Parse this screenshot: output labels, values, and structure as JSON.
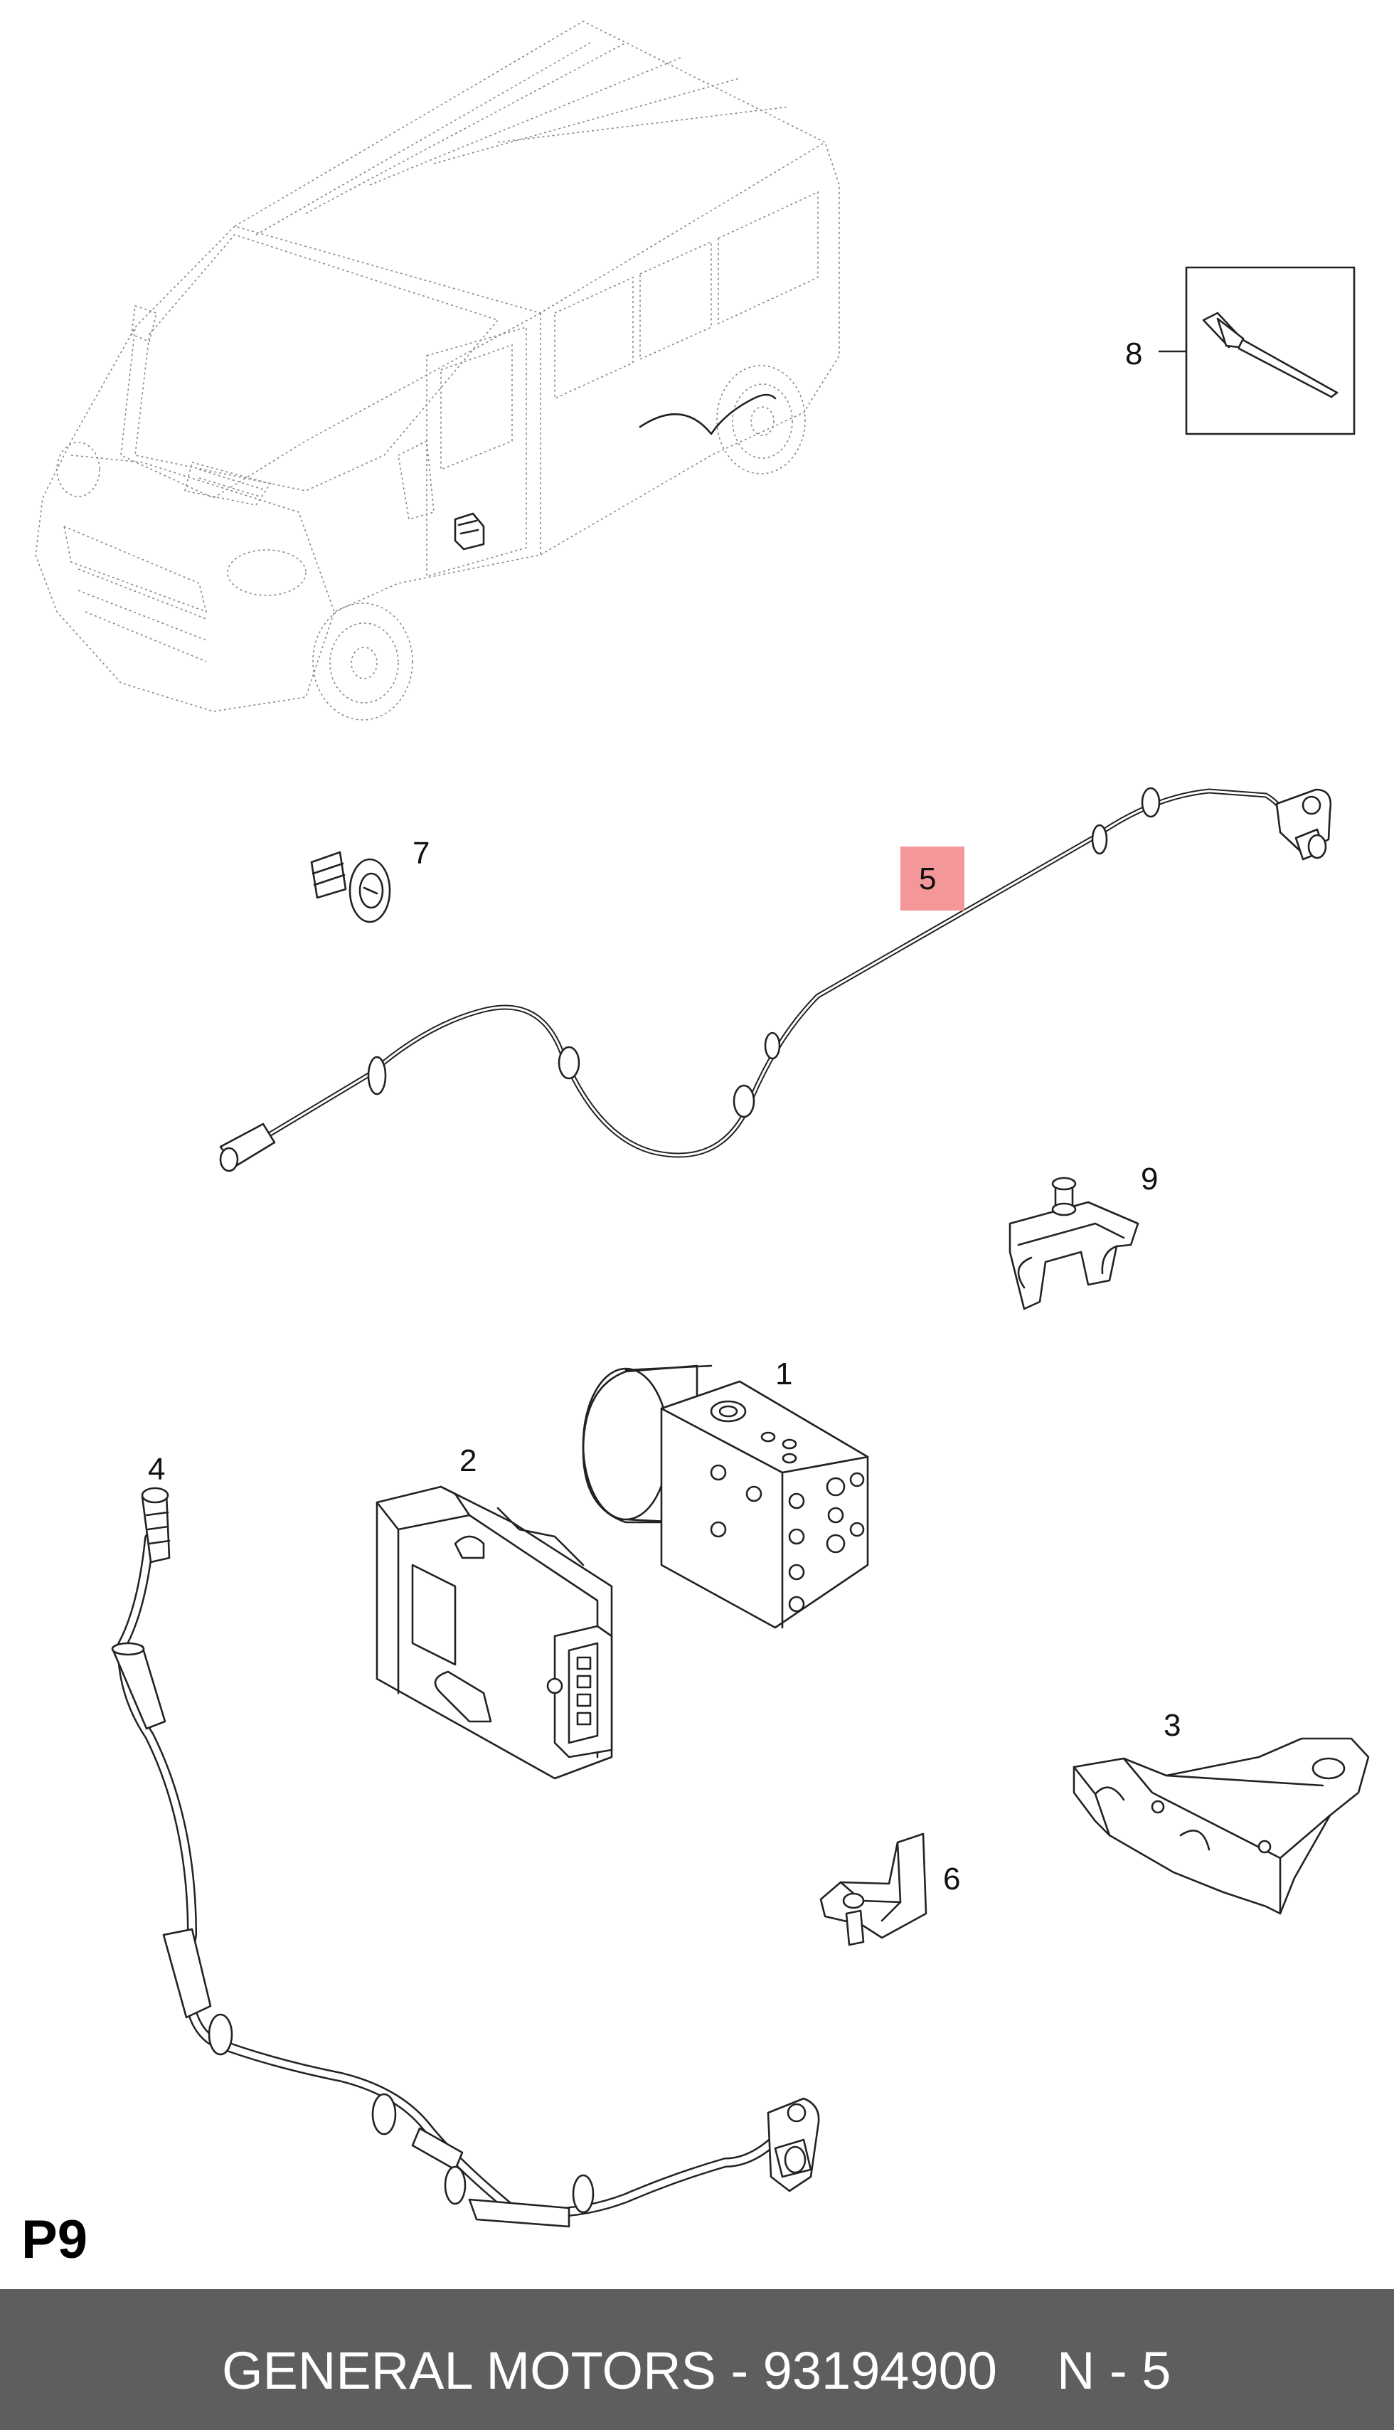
{
  "diagram": {
    "page_label": "P9",
    "callouts": [
      {
        "id": "callout-1",
        "text": "1"
      },
      {
        "id": "callout-2",
        "text": "2"
      },
      {
        "id": "callout-3",
        "text": "3"
      },
      {
        "id": "callout-4",
        "text": "4"
      },
      {
        "id": "callout-5",
        "text": "5",
        "highlighted": true
      },
      {
        "id": "callout-6",
        "text": "6"
      },
      {
        "id": "callout-7",
        "text": "7"
      },
      {
        "id": "callout-8",
        "text": "8"
      },
      {
        "id": "callout-9",
        "text": "9"
      }
    ],
    "highlight_color": "#f49799",
    "parts": [
      "van-overview",
      "rivet",
      "wheel-speed-sensor-cable",
      "push-clip",
      "cable-holder-clip",
      "abs-hydraulic-unit",
      "abs-control-module",
      "mounting-bracket",
      "small-bracket",
      "rear-wheel-speed-sensor-cable"
    ]
  },
  "footer": {
    "brand_text": "GENERAL MOTORS - 93194900",
    "page_text": "N - 5",
    "background": "#5e5e5e",
    "text_color": "#ffffff"
  }
}
